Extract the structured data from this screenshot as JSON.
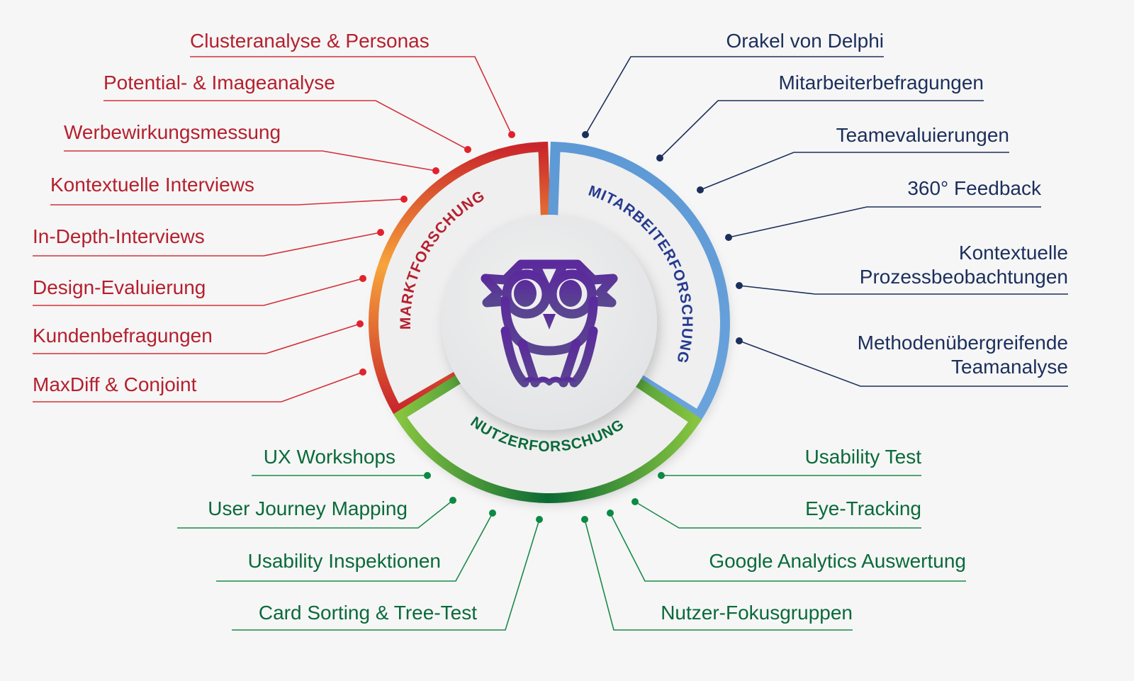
{
  "colors": {
    "background": "#f6f6f6",
    "markt": "#b5202e",
    "markt_dot": "#e1222e",
    "mitarbeiter": "#1c2f5c",
    "mitarbeiter_title": "#253a8f",
    "mitarbeiter_ring": "#5e9ad6",
    "nutzer": "#0a6a3a",
    "nutzer_dot": "#0b8a44",
    "nutzer_ring_light": "#7ec242",
    "owl": "#5b2d9a"
  },
  "center": {
    "logo_icon": "owl-icon"
  },
  "segments": [
    {
      "id": "markt",
      "title": "MARKTFORSCHUNG"
    },
    {
      "id": "mitarbeiter",
      "title": "MITARBEITERFORSCHUNG"
    },
    {
      "id": "nutzer",
      "title": "NUTZERFORSCHUNG"
    }
  ],
  "markt_items": [
    "Clusteranalyse & Personas",
    "Potential- & Imageanalyse",
    "Werbewirkungsmessung",
    "Kontextuelle Interviews",
    "In-Depth-Interviews",
    "Design-Evaluierung",
    "Kundenbefragungen",
    "MaxDiff & Conjoint"
  ],
  "mitarbeiter_items": [
    [
      "Orakel von Delphi"
    ],
    [
      "Mitarbeiterbefragungen"
    ],
    [
      "Teamevaluierungen"
    ],
    [
      "360° Feedback"
    ],
    [
      "Kontextuelle",
      "Prozessbeobachtungen"
    ],
    [
      "Methodenübergreifende",
      "Teamanalyse"
    ]
  ],
  "nutzer_left_items": [
    "UX Workshops",
    "User Journey Mapping",
    "Usability Inspektionen",
    "Card Sorting & Tree-Test"
  ],
  "nutzer_right_items": [
    "Usability Test",
    "Eye-Tracking",
    "Google Analytics Auswertung",
    "Nutzer-Fokusgruppen"
  ]
}
